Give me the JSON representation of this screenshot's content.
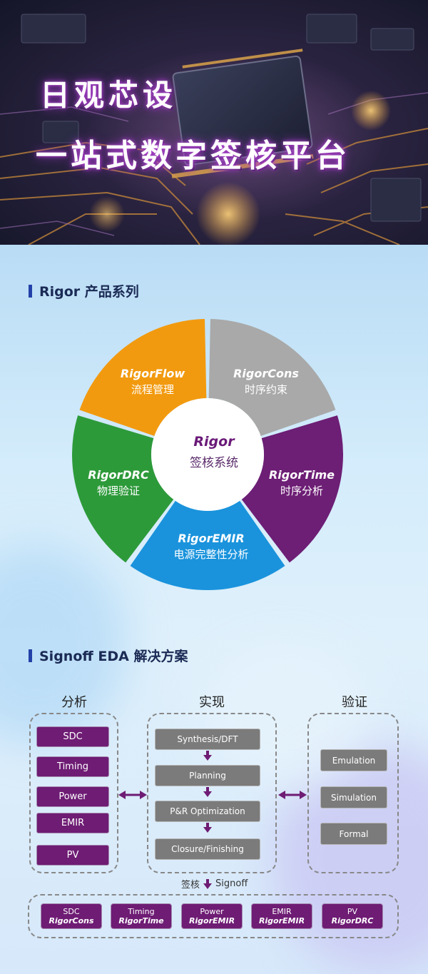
{
  "hero": {
    "title_line1": "日观芯设",
    "title_line2": "一站式数字签核平台"
  },
  "section1": {
    "title": "Rigor 产品系列"
  },
  "donut": {
    "center": {
      "name": "Rigor",
      "desc": "签核系统"
    },
    "segments": [
      {
        "name": "RigorFlow",
        "desc": "流程管理",
        "color": "#f29a0f"
      },
      {
        "name": "RigorCons",
        "desc": "时序约束",
        "color": "#a9a9a9"
      },
      {
        "name": "RigorTime",
        "desc": "时序分析",
        "color": "#6d1e75"
      },
      {
        "name": "RigorEMIR",
        "desc": "电源完整性分析",
        "color": "#1a93dc"
      },
      {
        "name": "RigorDRC",
        "desc": "物理验证",
        "color": "#2d9a3a"
      }
    ]
  },
  "section2": {
    "title": "Signoff EDA 解决方案"
  },
  "columns": {
    "analysis": {
      "title": "分析",
      "items": [
        "SDC",
        "Timing",
        "Power",
        "EMIR",
        "PV"
      ]
    },
    "implementation": {
      "title": "实现",
      "items": [
        "Synthesis/DFT",
        "Planning",
        "P&R Optimization",
        "Closure/Finishing"
      ]
    },
    "verification": {
      "title": "验证",
      "items": [
        "Emulation",
        "Simulation",
        "Formal"
      ]
    }
  },
  "signoff": {
    "label_cn": "签核",
    "label_en": "Signoff"
  },
  "signoff_tools": [
    {
      "category": "SDC",
      "tool": "RigorCons"
    },
    {
      "category": "Timing",
      "tool": "RigorTime"
    },
    {
      "category": "Power",
      "tool": "RigorEMIR"
    },
    {
      "category": "EMIR",
      "tool": "RigorEMIR"
    },
    {
      "category": "PV",
      "tool": "RigorDRC"
    }
  ],
  "colors": {
    "purple": "#6e1c74",
    "gray": "#7b7b7b",
    "accent_bar": "#2341a8"
  }
}
